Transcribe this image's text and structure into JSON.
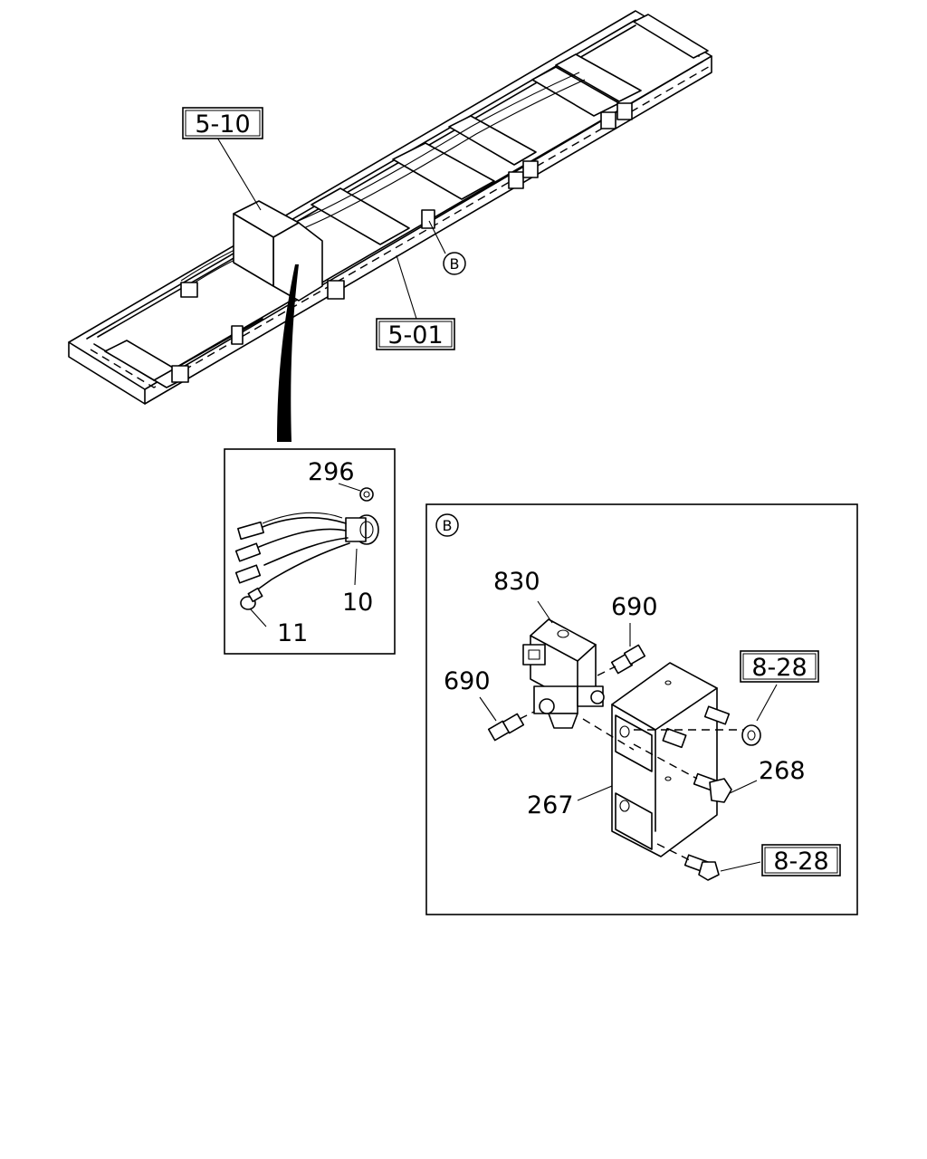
{
  "callouts": {
    "ref_5_10": "5-10",
    "ref_5_01": "5-01",
    "ref_8_28_top": "8-28",
    "ref_8_28_bottom": "8-28",
    "circle_b": "B",
    "detail_b_marker": "B"
  },
  "parts": {
    "p296": "296",
    "p10": "10",
    "p11": "11",
    "p830": "830",
    "p690_right": "690",
    "p690_left": "690",
    "p268": "268",
    "p267": "267"
  }
}
